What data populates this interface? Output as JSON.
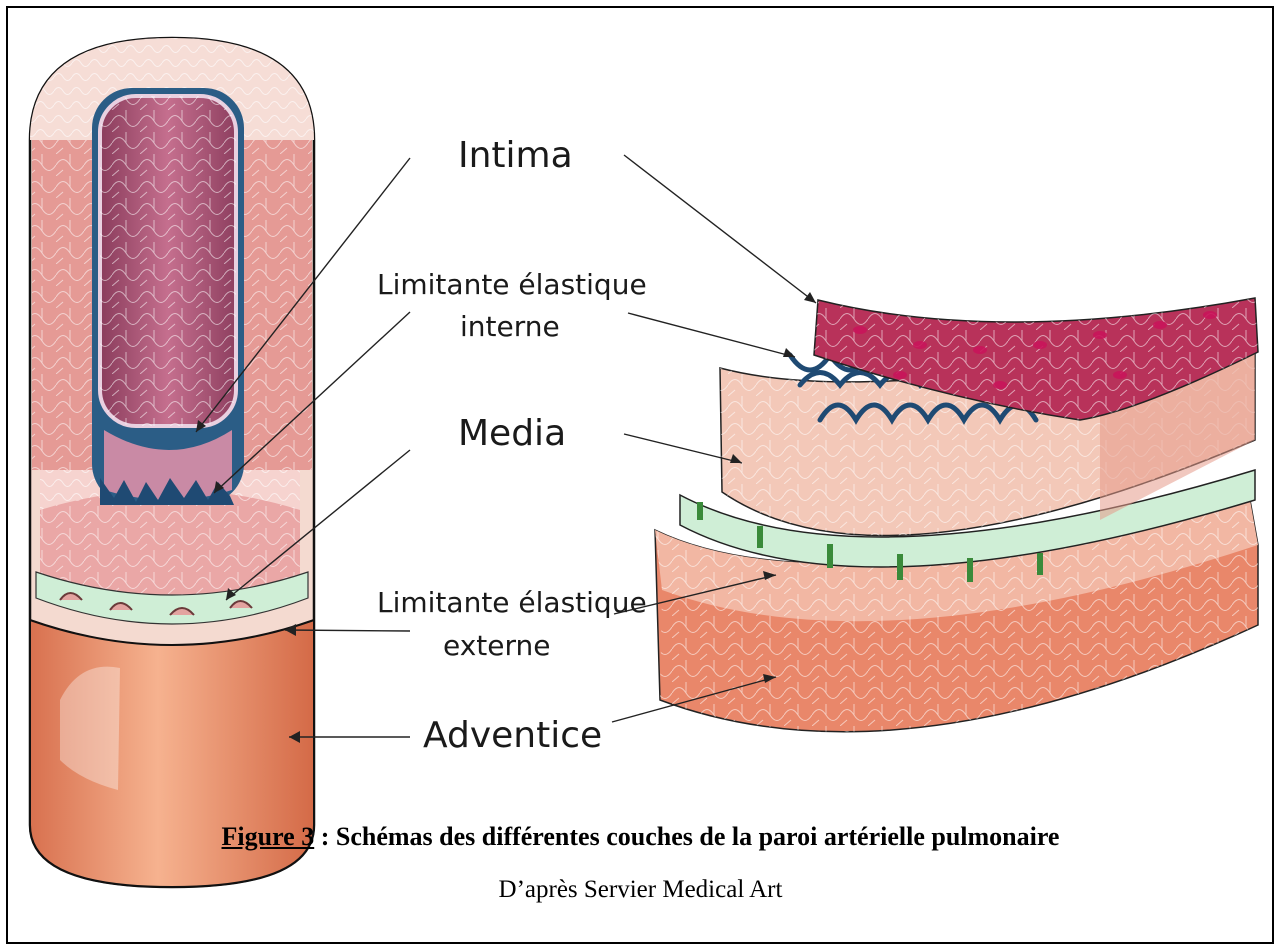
{
  "labels": {
    "intima": "Intima",
    "lei_line1": "Limitante élastique",
    "lei_line2": "interne",
    "media": "Media",
    "lee_line1": "Limitante élastique",
    "lee_line2": "externe",
    "adventice": "Adventice"
  },
  "caption": {
    "figure": "Figure 3",
    "separator": " : ",
    "title": "Schémas des différentes couches de la paroi artérielle pulmonaire"
  },
  "credit": "D’après Servier Medical Art",
  "colors": {
    "intima": "#b8325a",
    "media": "#f3c8b8",
    "elastic_internal": "#1f4a73",
    "elastic_external": "#c9ecc9",
    "adventice": "#e9876a"
  }
}
